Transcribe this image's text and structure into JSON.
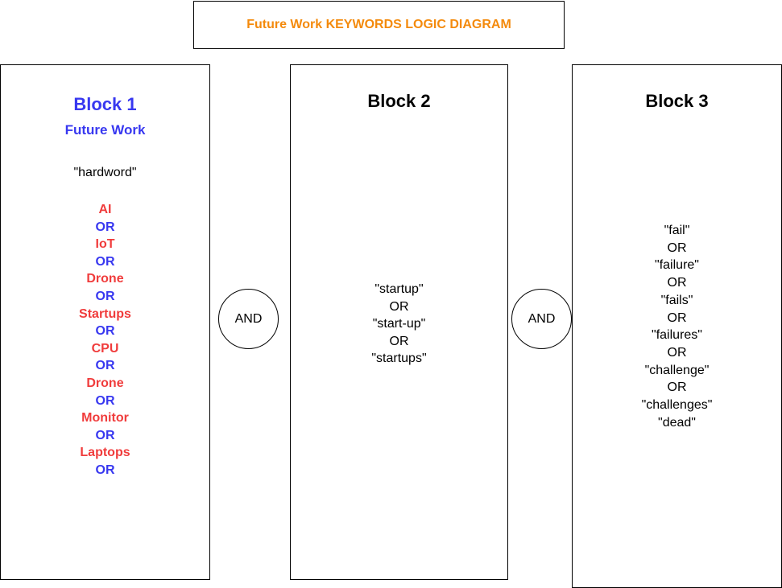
{
  "title": "Future Work KEYWORDS LOGIC DIAGRAM",
  "colors": {
    "title": "#f48a0c",
    "keyword_red": "#f03c3c",
    "operator_blue": "#3838f0"
  },
  "connectors": {
    "and1": "AND",
    "and2": "AND"
  },
  "block1": {
    "heading": "Block 1",
    "subtitle": "Future Work",
    "quote": "\"hardword\"",
    "terms": [
      {
        "text": "AI",
        "kind": "kw"
      },
      {
        "text": "OR",
        "kind": "op"
      },
      {
        "text": "IoT",
        "kind": "kw"
      },
      {
        "text": "OR",
        "kind": "op"
      },
      {
        "text": "Drone",
        "kind": "kw"
      },
      {
        "text": "OR",
        "kind": "op"
      },
      {
        "text": "Startups",
        "kind": "kw"
      },
      {
        "text": "OR",
        "kind": "op"
      },
      {
        "text": "CPU",
        "kind": "kw"
      },
      {
        "text": "OR",
        "kind": "op"
      },
      {
        "text": "Drone",
        "kind": "kw"
      },
      {
        "text": "OR",
        "kind": "op"
      },
      {
        "text": "Monitor",
        "kind": "kw"
      },
      {
        "text": "OR",
        "kind": "op"
      },
      {
        "text": "Laptops",
        "kind": "kw"
      },
      {
        "text": "OR",
        "kind": "op"
      }
    ]
  },
  "block2": {
    "heading": "Block 2",
    "terms": [
      "\"startup\"",
      "OR",
      "\"start-up\"",
      "OR",
      "\"startups\""
    ]
  },
  "block3": {
    "heading": "Block 3",
    "terms": [
      "\"fail\"",
      "OR",
      "\"failure\"",
      "OR",
      "\"fails\"",
      "OR",
      "\"failures\"",
      "OR",
      "\"challenge\"",
      "OR",
      "\"challenges\"",
      "\"dead\""
    ]
  }
}
